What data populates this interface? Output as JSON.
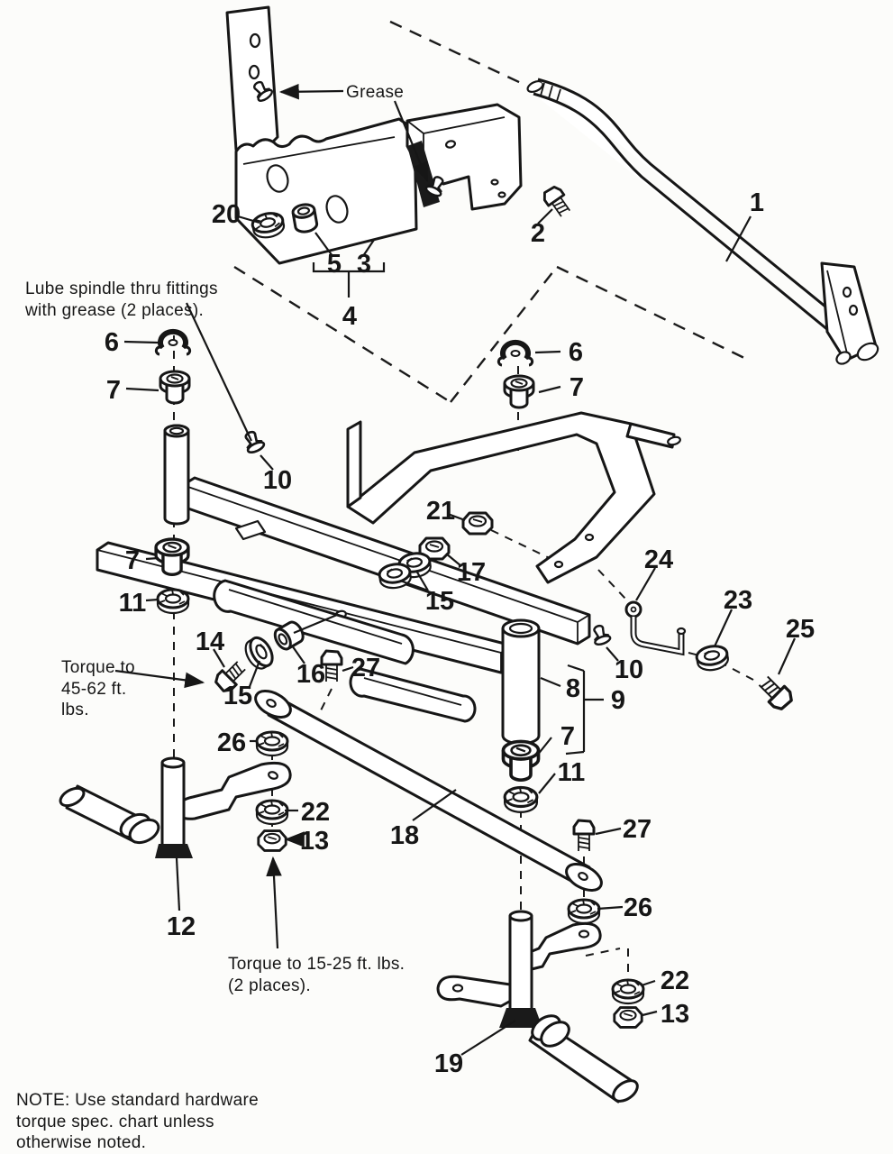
{
  "page": {
    "background": "#fcfcfa",
    "ink": "#161616",
    "kind": "exploded-parts-diagram"
  },
  "annotations": {
    "grease": "Grease",
    "lube_line1": "Lube spindle thru fittings",
    "lube_line2": "with grease (2 places).",
    "torque_front_line1": "Torque to",
    "torque_front_line2": "45-62 ft.",
    "torque_front_line3": "lbs.",
    "torque_spindle_line1": "Torque to 15-25 ft. lbs.",
    "torque_spindle_line2": "(2 places).",
    "note_line1": "NOTE: Use standard hardware",
    "note_line2": "torque spec. chart unless",
    "note_line3": "otherwise noted."
  },
  "callouts": {
    "n1": "1",
    "n2": "2",
    "n3": "3",
    "n4": "4",
    "n5": "5",
    "n6_left": "6",
    "n6_right": "6",
    "n7_left_top": "7",
    "n7_right_top": "7",
    "n7_left_mid": "7",
    "n7_right_bottom": "7",
    "n8": "8",
    "n9": "9",
    "n10_left": "10",
    "n10_right": "10",
    "n11_left": "11",
    "n11_right": "11",
    "n12": "12",
    "n13_left": "13",
    "n13_right": "13",
    "n14": "14",
    "n15_left": "15",
    "n15_center": "15",
    "n16": "16",
    "n17": "17",
    "n18": "18",
    "n19": "19",
    "n20": "20",
    "n21": "21",
    "n22_left": "22",
    "n22_right": "22",
    "n23": "23",
    "n24": "24",
    "n25": "25",
    "n26_left": "26",
    "n26_right": "26",
    "n27_left": "27",
    "n27_right": "27"
  }
}
